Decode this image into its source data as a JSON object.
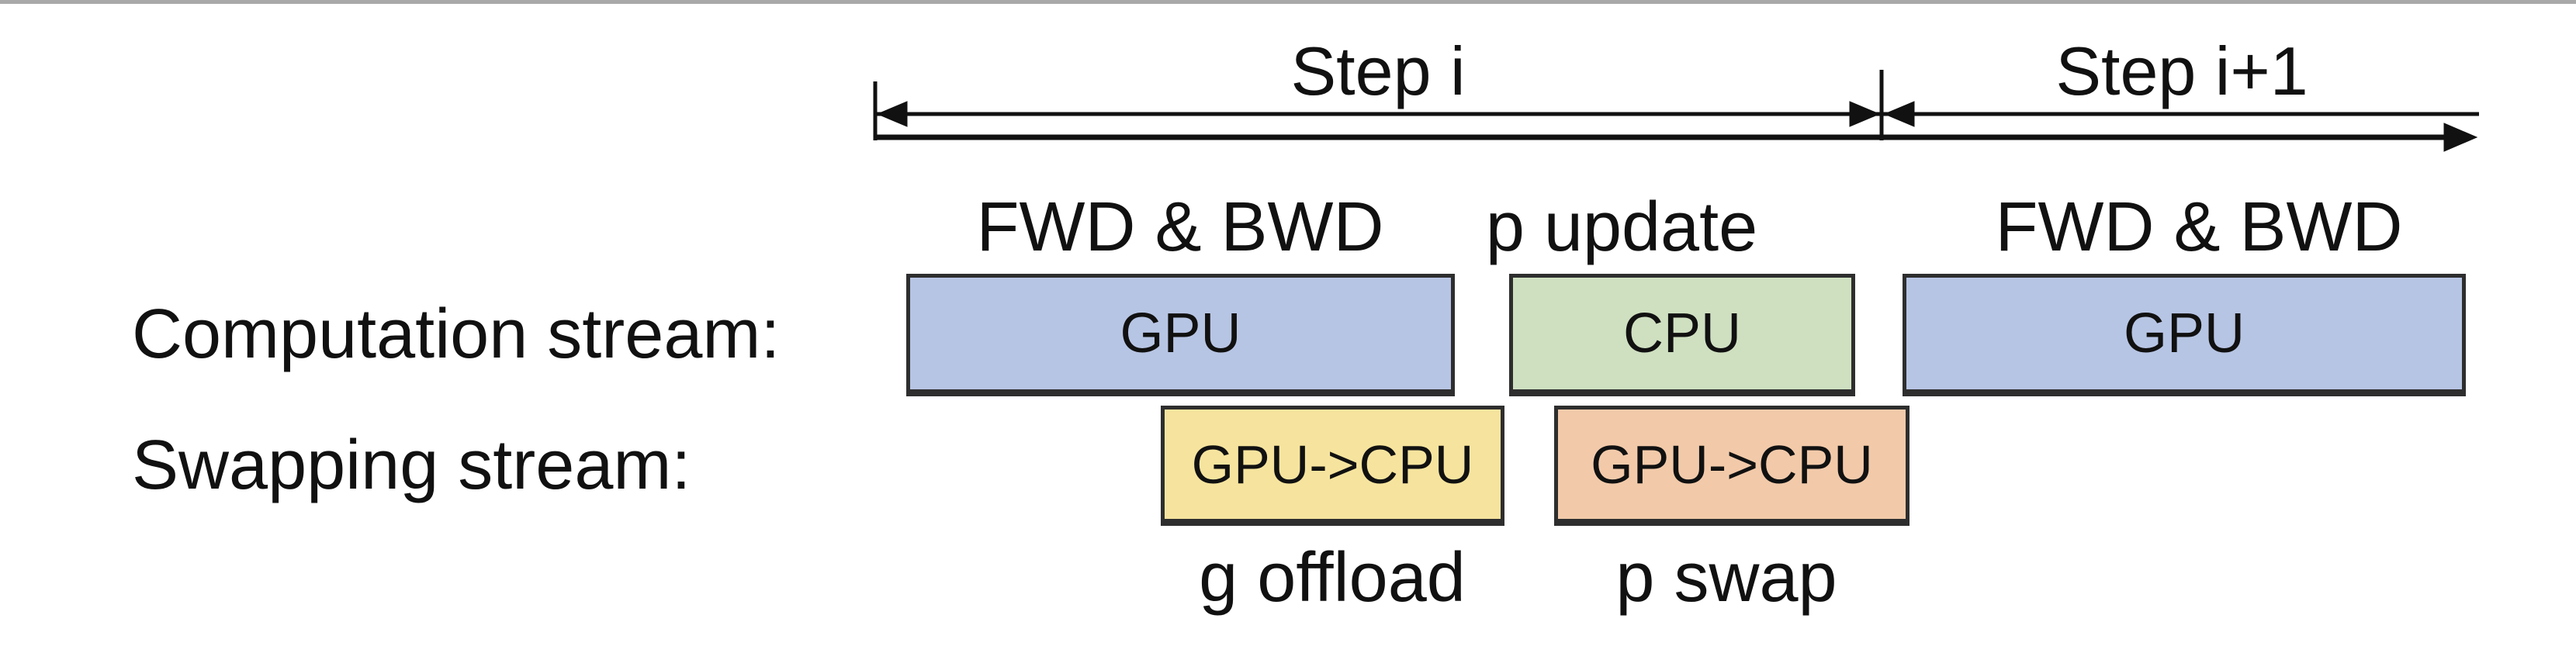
{
  "figure": {
    "timeline": {
      "segments": [
        {
          "label": "Step i"
        },
        {
          "label": "Step i+1"
        }
      ]
    },
    "rows": {
      "computation": {
        "label": "Computation stream:",
        "boxes": [
          {
            "text": "GPU",
            "annotation_above": "FWD & BWD",
            "fill": "#b7c5e4"
          },
          {
            "text": "CPU",
            "annotation_above": "p update",
            "fill": "#cfe0c1"
          },
          {
            "text": "GPU",
            "annotation_above": "FWD & BWD",
            "fill": "#b7c5e4"
          }
        ]
      },
      "swapping": {
        "label": "Swapping stream:",
        "boxes": [
          {
            "text": "GPU->CPU",
            "annotation_below": "g offload",
            "fill": "#f6e49e"
          },
          {
            "text": "GPU->CPU",
            "annotation_below": "p swap",
            "fill": "#f2caaa"
          }
        ]
      }
    },
    "colors": {
      "gpu_box": "#b7c5e4",
      "cpu_box": "#cfe0c1",
      "gradient_offload_box": "#f6e49e",
      "param_swap_box": "#f2caaa",
      "box_border": "#2e2e2e",
      "axis_line": "#111111",
      "top_rule": "#a9a9a9"
    }
  }
}
